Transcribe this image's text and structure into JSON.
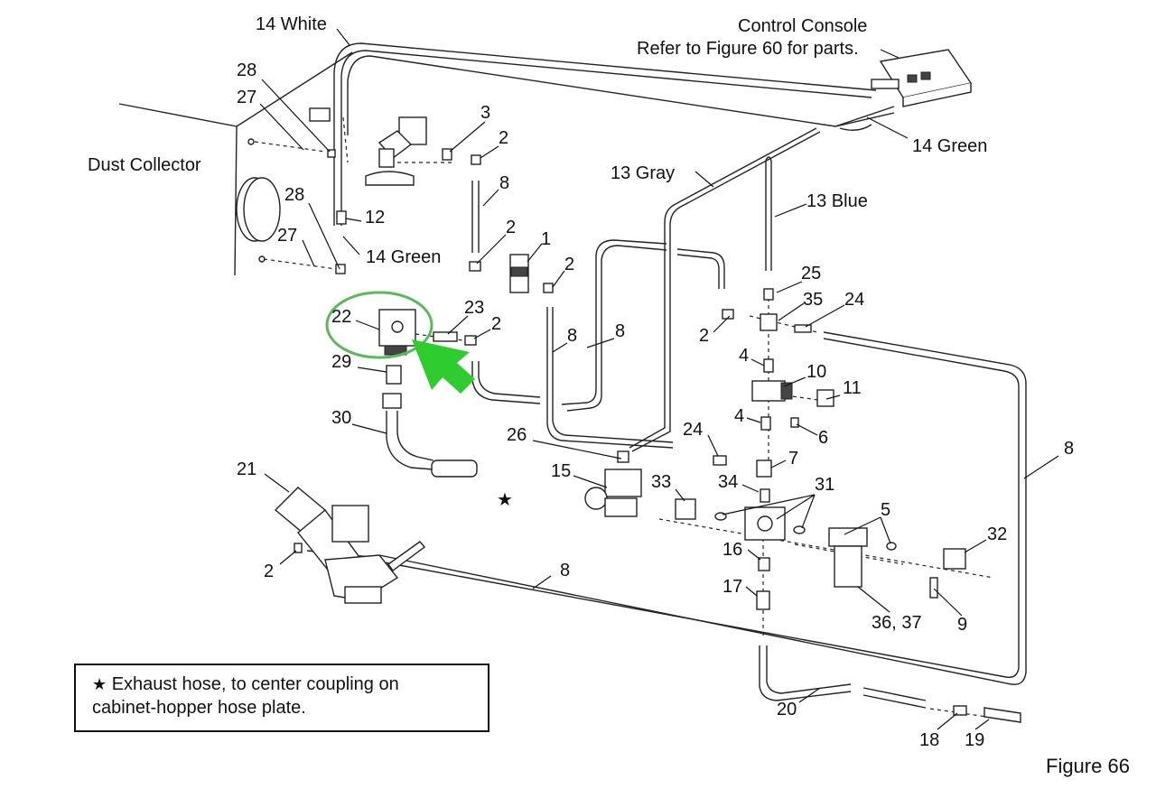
{
  "labels": {
    "white14": "14 White",
    "console1": "Control Console",
    "console2": "Refer to Figure 60 for parts.",
    "green14a": "14 Green",
    "dust": "Dust Collector",
    "gray13": "13 Gray",
    "blue13": "13 Blue",
    "green14b": "14 Green",
    "n28a": "28",
    "n27a": "27",
    "n28b": "28",
    "n27b": "27",
    "n3": "3",
    "n2a": "2",
    "n8a": "8",
    "n2b": "2",
    "n1": "1",
    "n2c": "2",
    "n12": "12",
    "n22": "22",
    "n23": "23",
    "n2d": "2",
    "n29": "29",
    "n8b": "8",
    "n8c": "8",
    "n25": "25",
    "n35": "35",
    "n24a": "24",
    "n2e": "2",
    "n4a": "4",
    "n10": "10",
    "n11": "11",
    "n4b": "4",
    "n6": "6",
    "n30": "30",
    "n26": "26",
    "n24b": "24",
    "n7": "7",
    "n8d": "8",
    "n21": "21",
    "n15": "15",
    "n33": "33",
    "n34": "34",
    "n31": "31",
    "n5": "5",
    "n32": "32",
    "n16": "16",
    "n2f": "2",
    "n8e": "8",
    "n17": "17",
    "n36": "36, 37",
    "n9": "9",
    "n20": "20",
    "n18": "18",
    "n19": "19"
  },
  "note": {
    "star": "★",
    "line1": "Exhaust hose, to center coupling on",
    "line2": "cabinet-hopper hose plate."
  },
  "caption": "Figure 66",
  "colors": {
    "highlight_ellipse": "#5cb85c",
    "arrow": "#2ecc2e"
  }
}
